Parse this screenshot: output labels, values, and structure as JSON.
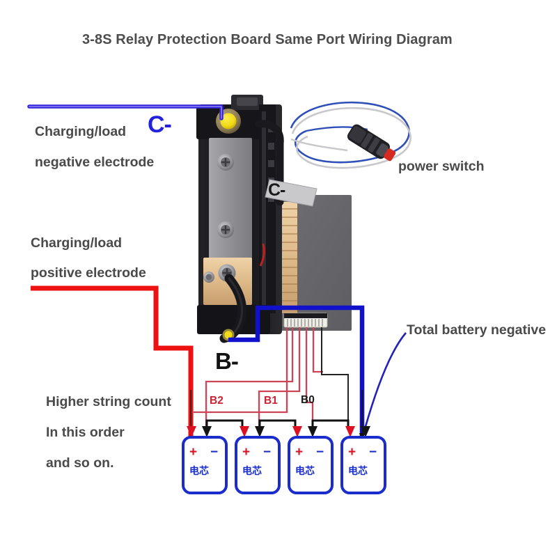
{
  "title": "3-8S Relay Protection Board Same Port Wiring Diagram",
  "labels": {
    "charging_load_negative_line1": "Charging/load",
    "charging_load_negative_line2": "negative electrode",
    "charging_load_positive_line1": "Charging/load",
    "charging_load_positive_line2": "positive electrode",
    "power_switch": "power switch",
    "total_battery_negative": "Total battery negative",
    "order_line1": "Higher string count",
    "order_line2": "In this order",
    "order_line3": "and so on."
  },
  "markers": {
    "c_minus_callout": "C-",
    "c_minus_board_tag": "C-",
    "b_minus": "B-"
  },
  "balance_taps": [
    {
      "name": "B2",
      "color": "#cc2233"
    },
    {
      "name": "B1",
      "color": "#cc2233"
    },
    {
      "name": "B0",
      "color": "#1a1a1a"
    }
  ],
  "cells": [
    {
      "label": "电芯",
      "plus": "+",
      "minus": "−"
    },
    {
      "label": "电芯",
      "plus": "+",
      "minus": "−"
    },
    {
      "label": "电芯",
      "plus": "+",
      "minus": "−"
    },
    {
      "label": "电芯",
      "plus": "+",
      "minus": "−"
    }
  ],
  "colors": {
    "wire_charge_negative": "#3322dd",
    "wire_charge_positive": "#ee1111",
    "wire_battery_negative": "#1111cc",
    "balance_wire": "#cc4455",
    "balance_wire_black": "#222222",
    "title_text": "#4d4d4d",
    "label_text": "#4a4a4a",
    "cell_outline": "#1a2ccc",
    "terminal_red": "#dd1122",
    "terminal_black": "#151515",
    "board_body": "#1b1b1e",
    "board_heatsink": "#8e8e92",
    "board_copper": "#e0bb88",
    "switch_button": "#d42a22"
  }
}
